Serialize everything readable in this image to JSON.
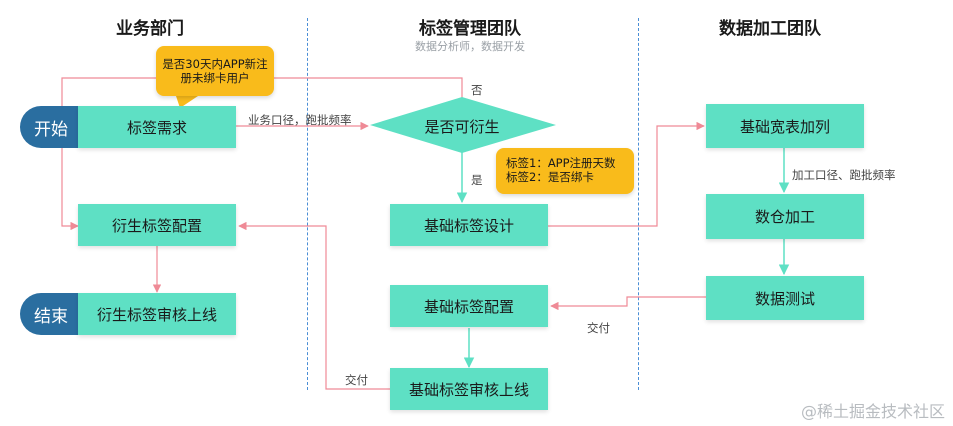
{
  "lanes": {
    "business": {
      "title": "业务部门"
    },
    "tagging": {
      "title": "标签管理团队",
      "subtitle": "数据分析师，数据开发"
    },
    "processing": {
      "title": "数据加工团队"
    }
  },
  "terminals": {
    "start": "开始",
    "end": "结束"
  },
  "nodes": {
    "tag_request": "标签需求",
    "derived_config": "衍生标签配置",
    "derived_review": "衍生标签审核上线",
    "decision": "是否可衍生",
    "basic_design": "基础标签设计",
    "basic_config": "基础标签配置",
    "basic_review": "基础标签审核上线",
    "wide_table": "基础宽表加列",
    "warehouse": "数仓加工",
    "testing": "数据测试"
  },
  "callouts": {
    "new_users": "是否30天内APP新注册未绑卡用户",
    "tags_line1": "标签1：APP注册天数",
    "tags_line2": "标签2：是否绑卡"
  },
  "edge_labels": {
    "business_scope": "业务口径，跑批频率",
    "no": "否",
    "yes": "是",
    "processing_scope": "加工口径、跑批频率",
    "deliver_1": "交付",
    "deliver_2": "交付"
  },
  "watermark": "@稀土掘金技术社区"
}
